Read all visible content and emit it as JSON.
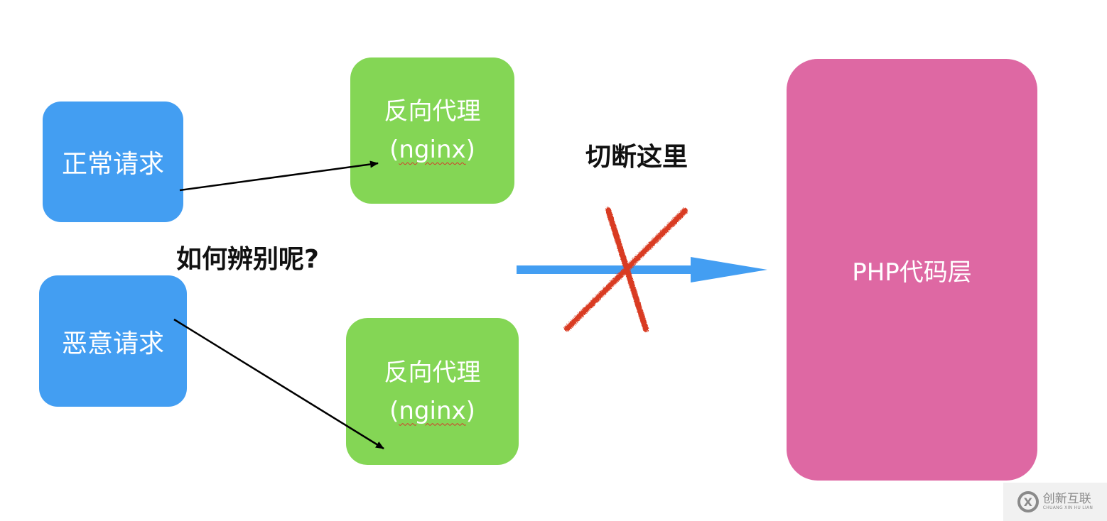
{
  "nodes": {
    "normal_request": "正常请求",
    "malicious_request": "恶意请求",
    "proxy_top": {
      "line1": "反向代理",
      "line2_open": "(",
      "line2_word": "nginx",
      "line2_close": ")"
    },
    "proxy_bottom": {
      "line1": "反向代理",
      "line2_open": "(",
      "line2_word": "nginx",
      "line2_close": ")"
    },
    "php_layer": "PHP代码层"
  },
  "labels": {
    "how_to_distinguish": "如何辨别呢?",
    "cut_here": "切断这里"
  },
  "watermark": {
    "logo_letter": "X",
    "name": "创新互联",
    "pinyin": "CHUANG XIN HU LIAN"
  },
  "colors": {
    "request": "#439ef2",
    "proxy": "#84d655",
    "php": "#de68a3",
    "arrow_blue": "#439ef2",
    "cross": "#d93a24"
  }
}
